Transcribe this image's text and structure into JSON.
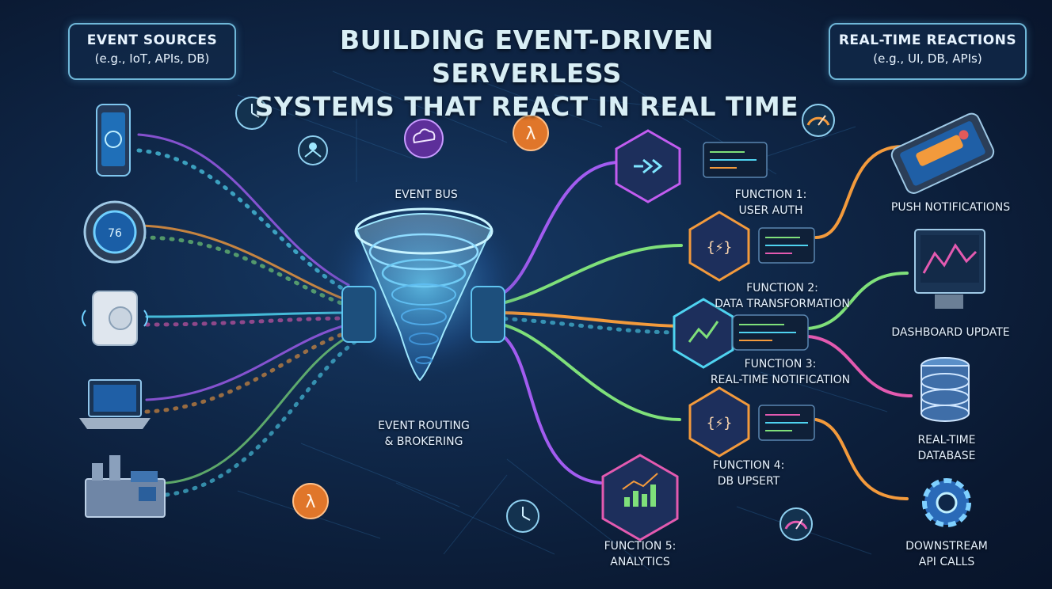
{
  "title": {
    "line1": "BUILDING EVENT-DRIVEN SERVERLESS",
    "line2": "SYSTEMS THAT REACT IN REAL TIME"
  },
  "event_sources": {
    "heading": "EVENT SOURCES",
    "subheading": "(e.g., IoT, APIs, DB)",
    "items": [
      "smartphone-icon",
      "thermostat-icon",
      "sensor-icon",
      "laptop-icon",
      "factory-icon"
    ]
  },
  "reactions": {
    "heading": "REAL-TIME REACTIONS",
    "subheading": "(e.g., UI, DB, APIs)"
  },
  "event_bus": {
    "label": "EVENT BUS",
    "routing_line1": "EVENT ROUTING",
    "routing_line2": "& BROKERING"
  },
  "functions": [
    {
      "line1": "FUNCTION 1:",
      "line2": "USER AUTH",
      "icon": "arrows-icon"
    },
    {
      "line1": "FUNCTION 2:",
      "line2": "DATA TRANSFORMATION",
      "icon": "code-bolt-icon"
    },
    {
      "line1": "FUNCTION 3:",
      "line2": "REAL-TIME NOTIFICATION",
      "icon": "trend-icon"
    },
    {
      "line1": "FUNCTION 4:",
      "line2": "DB UPSERT",
      "icon": "code-bolt-icon"
    },
    {
      "line1": "FUNCTION 5:",
      "line2": "ANALYTICS",
      "icon": "bar-chart-icon"
    }
  ],
  "outputs": [
    {
      "line1": "PUSH NOTIFICATIONS",
      "line2": "",
      "icon": "phone-notification-icon"
    },
    {
      "line1": "DASHBOARD UPDATE",
      "line2": "",
      "icon": "monitor-chart-icon"
    },
    {
      "line1": "REAL-TIME",
      "line2": "DATABASE",
      "icon": "database-icon"
    },
    {
      "line1": "DOWNSTREAM",
      "line2": "API CALLS",
      "icon": "gear-icon"
    }
  ],
  "accent_icons": {
    "lambda_glyph": "λ",
    "lambda_color": "#e0762a",
    "clock": "clock-icon",
    "gauge": "gauge-icon",
    "cloud": "cloud-icon",
    "hub": "hub-icon"
  },
  "colors": {
    "background": "#0b1a33",
    "cyan": "#4fd3f0",
    "purple": "#a25cf0",
    "orange": "#f39a3c",
    "green": "#7fe07a",
    "pink": "#e35ab0"
  }
}
